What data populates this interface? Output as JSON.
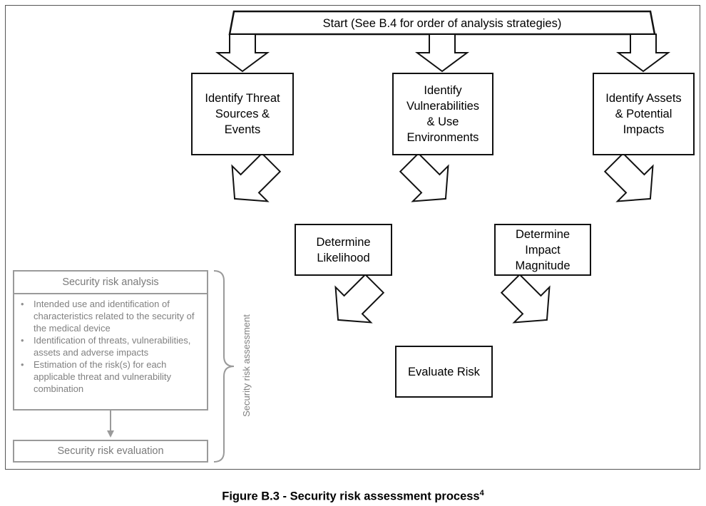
{
  "diagram": {
    "start": "Start (See B.4 for order of analysis strategies)",
    "identify_threats": "Identify Threat\nSources &\nEvents",
    "identify_vulnerabilities": "Identify\nVulnerabilities\n& Use\nEnvironments",
    "identify_assets": "Identify Assets\n& Potential\nImpacts",
    "determine_likelihood": "Determine\nLikelihood",
    "determine_impact": "Determine\nImpact\nMagnitude",
    "evaluate_risk": "Evaluate Risk"
  },
  "legend": {
    "analysis_title": "Security risk analysis",
    "analysis_items": [
      "Intended use and identification of characteristics related to the security of the medical device",
      "Identification of threats, vulnerabilities, assets and adverse impacts",
      "Estimation of the risk(s) for each applicable threat and vulnerability combination"
    ],
    "evaluation_title": "Security risk evaluation",
    "assessment_label": "Security risk assessment"
  },
  "caption": {
    "text": "Figure B.3 - Security risk assessment process",
    "footnote": "4"
  }
}
